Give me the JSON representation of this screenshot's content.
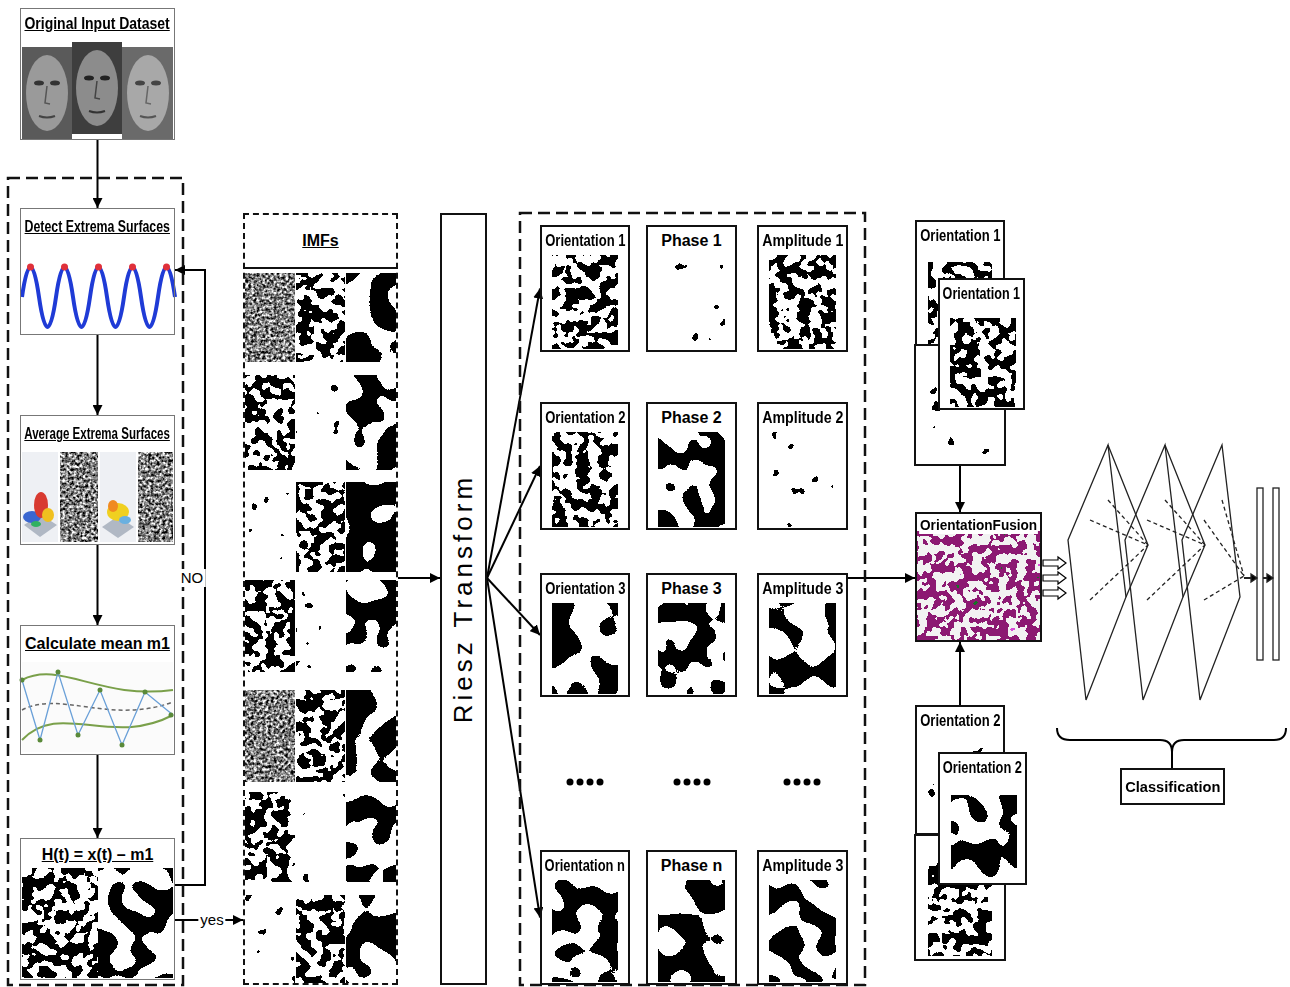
{
  "diagram": {
    "nodes": [
      {
        "text": [
          "Original Input Dataset"
        ]
      },
      {
        "text": [
          "Detect Extrema Surfaces"
        ]
      },
      {
        "text": [
          "Average Extrema Surfaces"
        ]
      },
      {
        "text": [
          "Calculate mean m1"
        ]
      },
      {
        "text": [
          "H(t) = x(t) – m1"
        ]
      },
      {
        "text": [
          "IMFs"
        ]
      },
      {
        "text": [
          "Riesz Transform"
        ]
      },
      {
        "text": [
          "Orientation 1"
        ]
      },
      {
        "text": [
          "Phase 1"
        ]
      },
      {
        "text": [
          "Amplitude 1"
        ]
      },
      {
        "text": [
          "Orientation 2"
        ]
      },
      {
        "text": [
          "Phase 2"
        ]
      },
      {
        "text": [
          "Amplitude 2"
        ]
      },
      {
        "text": [
          "Orientation 3"
        ]
      },
      {
        "text": [
          "Phase 3"
        ]
      },
      {
        "text": [
          "Amplitude 3"
        ]
      },
      {
        "text": [
          "Orientation n"
        ]
      },
      {
        "text": [
          "Phase n"
        ]
      },
      {
        "text": [
          "Amplitude 3"
        ]
      },
      {
        "text": [
          "Orientation 1"
        ]
      },
      {
        "text": [
          "Orientation 1"
        ]
      },
      {
        "text": [
          "OrientationFusion"
        ]
      },
      {
        "text": [
          "Orientation 2"
        ]
      },
      {
        "text": [
          "Orientation 2"
        ]
      },
      {
        "text": [
          "Classification"
        ]
      }
    ],
    "edges": [
      {
        "from": 0,
        "to": 1,
        "arrow": "to"
      },
      {
        "from": 1,
        "to": 2,
        "arrow": "to"
      },
      {
        "from": 2,
        "to": 3,
        "arrow": "to"
      },
      {
        "from": 3,
        "to": 4,
        "arrow": "to"
      },
      {
        "from": 4,
        "to": 1,
        "label": "NO",
        "arrow": "to"
      },
      {
        "from": 4,
        "to": 5,
        "label": "yes",
        "arrow": "to"
      },
      {
        "from": 5,
        "to": 6,
        "arrow": "to"
      },
      {
        "from": 6,
        "to": 7,
        "arrow": "to"
      },
      {
        "from": 6,
        "to": 10,
        "arrow": "to"
      },
      {
        "from": 6,
        "to": 13,
        "arrow": "to"
      },
      {
        "from": 6,
        "to": 16,
        "arrow": "to"
      },
      {
        "from": 15,
        "to": 21,
        "arrow": "to"
      },
      {
        "from": 19,
        "to": 21,
        "arrow": "to"
      },
      {
        "from": 22,
        "to": 21,
        "arrow": "to"
      }
    ]
  }
}
